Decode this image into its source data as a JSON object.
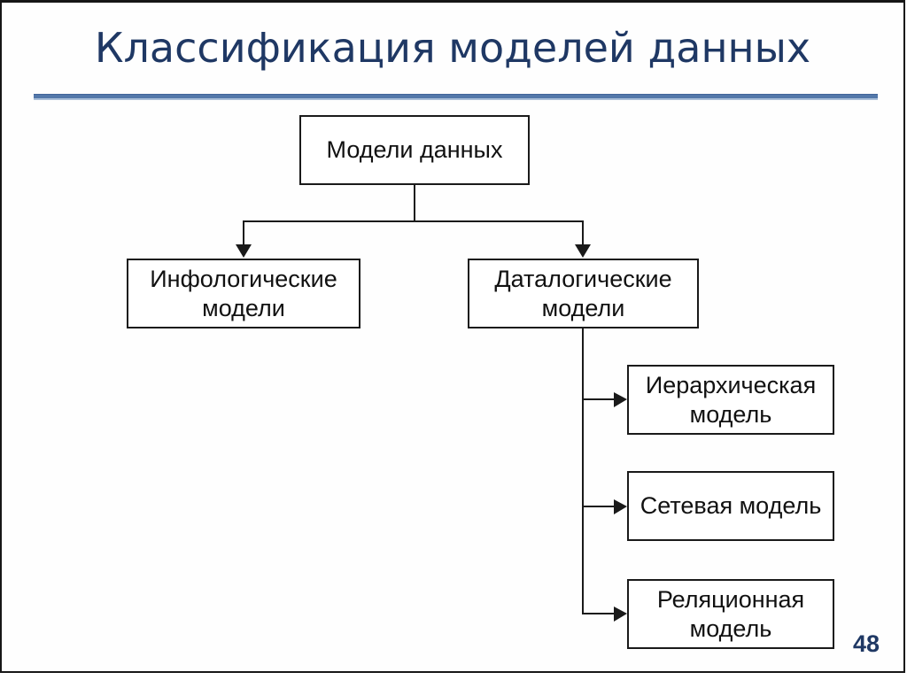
{
  "slide": {
    "title": "Классификация моделей данных",
    "page_number": "48",
    "colors": {
      "background": "#fefefe",
      "frame_border": "#161616",
      "title_color": "#1f3864",
      "divider_dark": "#42649a",
      "divider_main": "#5378aa",
      "divider_light": "#aabfd9",
      "box_border": "#1a1a1a",
      "box_text": "#111111",
      "connector": "#1a1a1a",
      "page_number_color": "#1f3864"
    }
  },
  "diagram": {
    "root": {
      "label": "Модели данных"
    },
    "level2": [
      {
        "label": "Инфологические модели"
      },
      {
        "label": "Даталогические модели"
      }
    ],
    "level3": [
      {
        "label": "Иерархическая модель"
      },
      {
        "label": "Сетевая модель"
      },
      {
        "label": "Реляционная модель"
      }
    ]
  }
}
